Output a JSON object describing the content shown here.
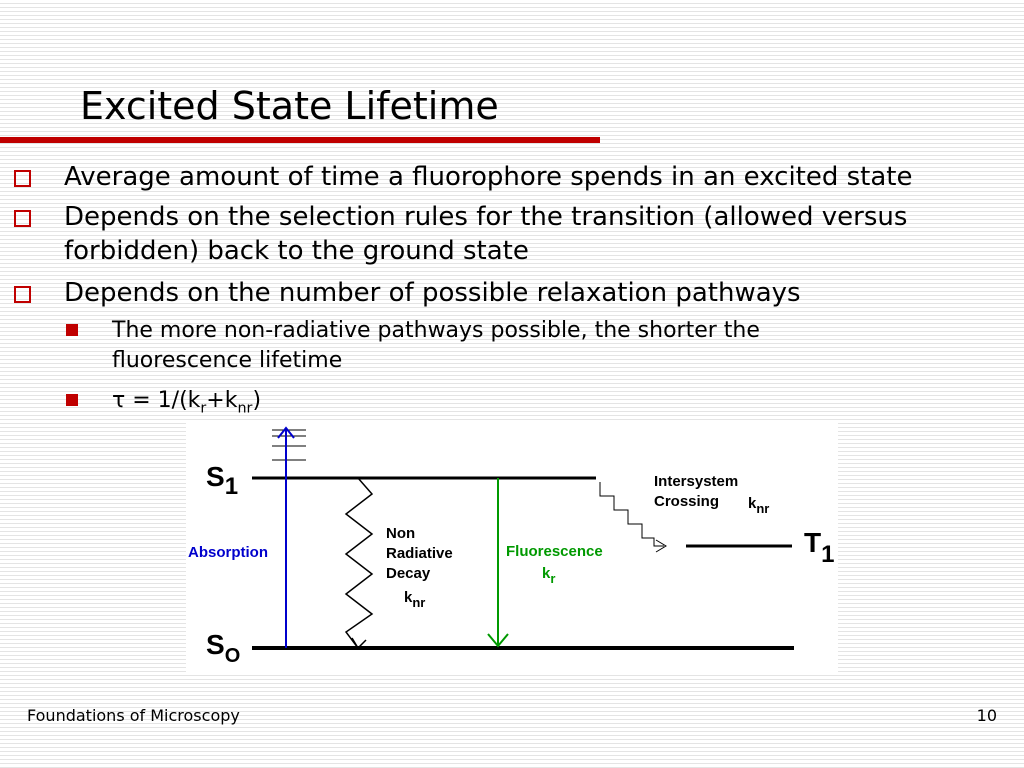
{
  "slide": {
    "title": "Excited State Lifetime",
    "footer_left": "Foundations of Microscopy",
    "page_number": "10",
    "accent_color": "#c00000"
  },
  "bullets": {
    "b1": "Average amount of time a fluorophore spends in an excited state",
    "b2_line1": "Depends on the selection rules for the transition (allowed versus",
    "b2_line2": "forbidden) back to the ground state",
    "b3": "Depends on the number of possible relaxation pathways",
    "sub1_line1": "The more non-radiative pathways possible, the shorter the",
    "sub1_line2": "fluorescence lifetime",
    "sub2_tau": "τ",
    "sub2_eq": " = 1/(k",
    "sub2_r": "r",
    "sub2_plus": "+k",
    "sub2_nr": "nr",
    "sub2_close": ")"
  },
  "diagram": {
    "s1_letter": "S",
    "s1_sub": "1",
    "s0_letter": "S",
    "s0_sub": "O",
    "t1_letter": "T",
    "t1_sub": "1",
    "absorption": "Absorption",
    "nonrad_line1": "Non",
    "nonrad_line2": "Radiative",
    "nonrad_line3": "Decay",
    "knr_k": "k",
    "knr_sub": "nr",
    "fluor_label": "Fluorescence",
    "kr_k": "k",
    "kr_sub": "r",
    "isc_line1": "Intersystem",
    "isc_line2": "Crossing",
    "isc_k": "k",
    "isc_sub": "nr",
    "absorption_color": "#0000cc",
    "fluorescence_color": "#009900"
  }
}
